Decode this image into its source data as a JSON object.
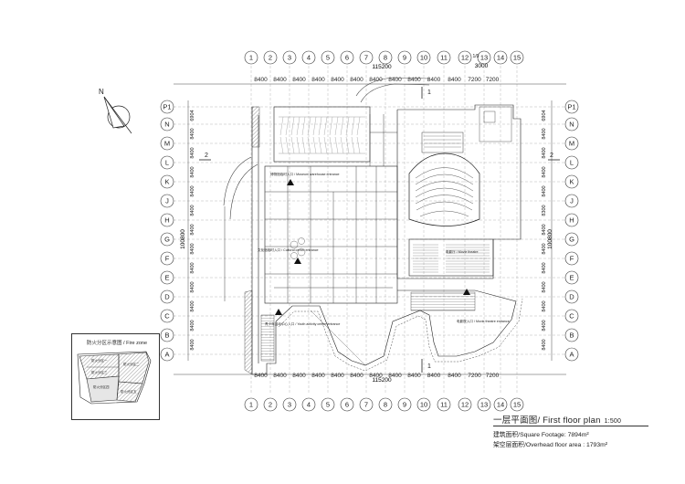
{
  "plan": {
    "title": "一层平面图/ First floor plan",
    "scale": "1:500",
    "areas": [
      "建筑面积/Square Footage: 7894m²",
      "架空层面积/Overhead floor area : 1793m²"
    ],
    "north": "N",
    "column_grid": [
      "1",
      "2",
      "3",
      "4",
      "5",
      "6",
      "7",
      "8",
      "9",
      "10",
      "11",
      "12",
      "13",
      "14",
      "15"
    ],
    "extra_column": "1/0",
    "row_grid_left": [
      "P1",
      "N",
      "M",
      "L",
      "K",
      "J",
      "H",
      "G",
      "F",
      "E",
      "D",
      "C",
      "B",
      "A"
    ],
    "row_grid_right": [
      "P1",
      "N",
      "M",
      "L",
      "K",
      "J",
      "H",
      "G",
      "F",
      "E",
      "D",
      "C",
      "B",
      "A"
    ],
    "top_dimensions": [
      "8400",
      "8400",
      "8400",
      "8400",
      "8400",
      "8400",
      "8400",
      "8400",
      "8400",
      "8400",
      "8400",
      "7200",
      "7200"
    ],
    "bottom_dimensions": [
      "8400",
      "8400",
      "8400",
      "8400",
      "8400",
      "8400",
      "8400",
      "8400",
      "8400",
      "8400",
      "8400",
      "7200",
      "7200"
    ],
    "overall_width": "115200",
    "top_sub_dimension": "3000",
    "row_dimensions": [
      "6904",
      "8400",
      "8400",
      "8400",
      "8400",
      "8400",
      "8400",
      "8400",
      "8400",
      "8400",
      "8400",
      "8400",
      "8400"
    ],
    "right_row_dimensions": [
      "6904",
      "8400",
      "8400",
      "8400",
      "8400",
      "8300",
      "8400",
      "8400",
      "8400",
      "8400",
      "8400",
      "8400",
      "8400"
    ],
    "overall_height": "100800",
    "section_marks": [
      "1",
      "1",
      "2",
      "2"
    ],
    "entrances": [
      "博物馆临时入口 / Museum warehouse entrance",
      "文化馆临时入口 / Cultural center entrance",
      "青少年活动中心入口 / Youth activity center entrance",
      "电影院入口 / Movie theatre entrance"
    ],
    "room_label": "电影厅 / Movie theatre",
    "fire_zone": {
      "title": "防火分区示意图 / Fire zone",
      "zones": [
        "防火分区一",
        "防火分区二",
        "防火分区三",
        "防火分区四",
        "防火分区五"
      ]
    }
  }
}
